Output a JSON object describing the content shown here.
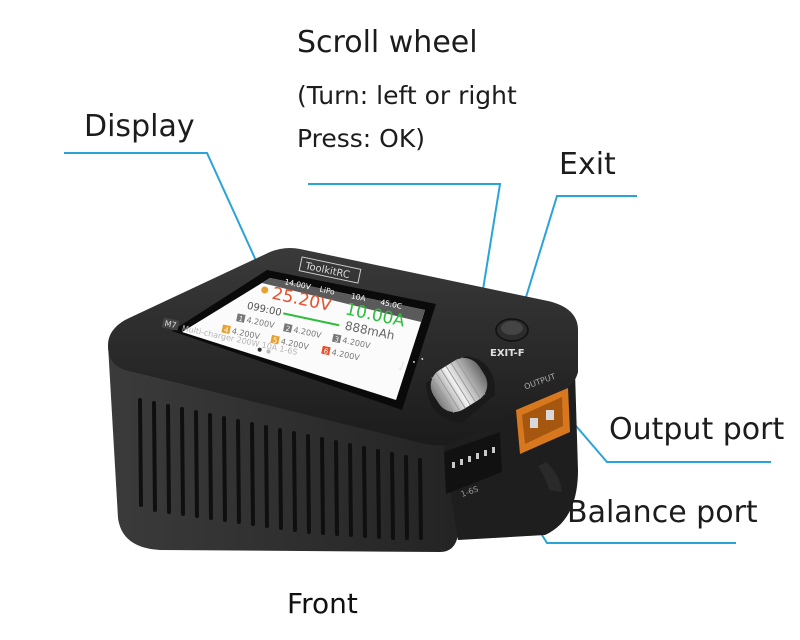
{
  "labels": {
    "scroll_title": "Scroll wheel",
    "scroll_turn": "(Turn: left or right",
    "scroll_press": "Press: OK)",
    "display": "Display",
    "exit": "Exit",
    "output_port": "Output port",
    "balance_port": "Balance port",
    "caption": "Front"
  },
  "device": {
    "brand": "ToolkitRC",
    "model_badge": "M7",
    "model_desc": "Multi-charger 200W 10A 1-6S",
    "exit_button_label": "EXIT-F",
    "output_label": "OUTPUT",
    "balance_label": "1-6S",
    "wheel_glyph": "✓ ⋅ ⋅"
  },
  "screen": {
    "status_items": [
      "14.00V",
      "LiPo",
      "10A",
      "45.0C"
    ],
    "voltage": "25.20V",
    "current": "10.00A",
    "time": "099:00",
    "capacity": "888mAh",
    "cells": [
      {
        "idx": "1",
        "v": "4.200V"
      },
      {
        "idx": "2",
        "v": "4.200V"
      },
      {
        "idx": "3",
        "v": "4.200V"
      },
      {
        "idx": "4",
        "v": "4.200V"
      },
      {
        "idx": "5",
        "v": "4.200V"
      },
      {
        "idx": "6",
        "v": "4.200V"
      }
    ]
  },
  "colors": {
    "leader": "#2aa3d8",
    "voltage": "#e8502c",
    "current": "#2ebd3c",
    "body": "#202020",
    "connector": "#d8781e"
  }
}
